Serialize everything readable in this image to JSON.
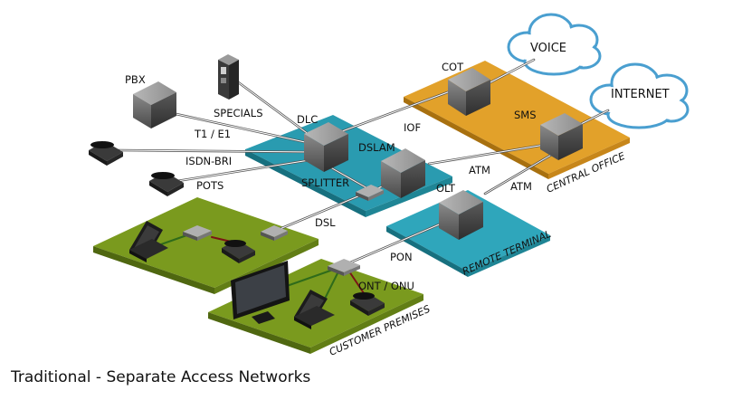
{
  "caption": "Traditional - Separate Access Networks",
  "platforms": {
    "central_office": "CENTRAL OFFICE",
    "remote_terminal": "REMOTE TERMINAL",
    "customer_premises": "CUSTOMER PREMISES"
  },
  "clouds": {
    "voice": "VOICE",
    "internet": "INTERNET"
  },
  "nodes": {
    "pbx": "PBX",
    "specials": "SPECIALS",
    "dlc": "DLC",
    "dslam": "DSLAM",
    "splitter": "SPLITTER",
    "cot": "COT",
    "iof": "IOF",
    "sms": "SMS",
    "olt": "OLT",
    "ont_onu": "ONT / ONU"
  },
  "links": {
    "t1_e1": "T1 / E1",
    "isdn_bri": "ISDN-BRI",
    "pots": "POTS",
    "dsl": "DSL",
    "atm_1": "ATM",
    "atm_2": "ATM",
    "pon": "PON"
  },
  "colors": {
    "central_office": "#d9951a",
    "teal_platform": "#2a9bb0",
    "customer_green": "#7a9a1e",
    "equipment": "#555555"
  }
}
